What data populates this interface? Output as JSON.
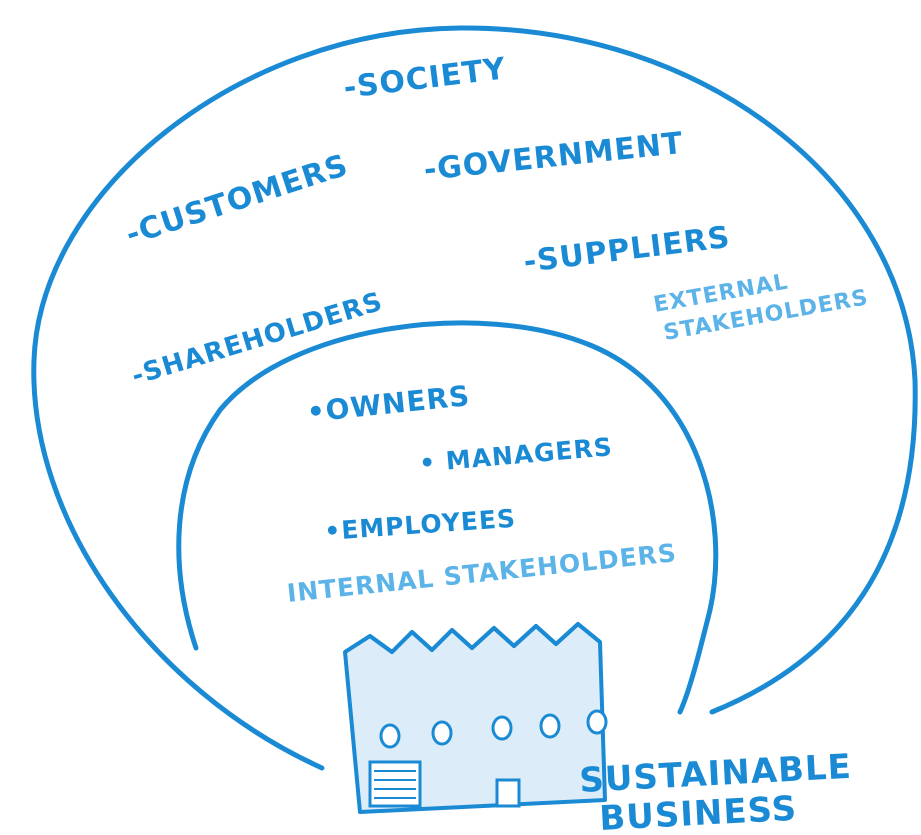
{
  "external": {
    "items": [
      "-SOCIETY",
      "-GOVERNMENT",
      "-CUSTOMERS",
      "-SUPPLIERS",
      "-SHAREHOLDERS"
    ],
    "label_line1": "EXTERNAL",
    "label_line2": "STAKEHOLDERS"
  },
  "internal": {
    "items": [
      "•OWNERS",
      "• MANAGERS",
      "•EMPLOYEES"
    ],
    "label": "INTERNAL STAKEHOLDERS"
  },
  "business": {
    "label_line1": "SUSTAINABLE",
    "label_line2": "BUSINESS"
  },
  "colors": {
    "stroke": "#1a8ad4",
    "text": "#1a8ad4",
    "label_light": "#5cb3e8",
    "building_fill": "#dcecf8"
  }
}
